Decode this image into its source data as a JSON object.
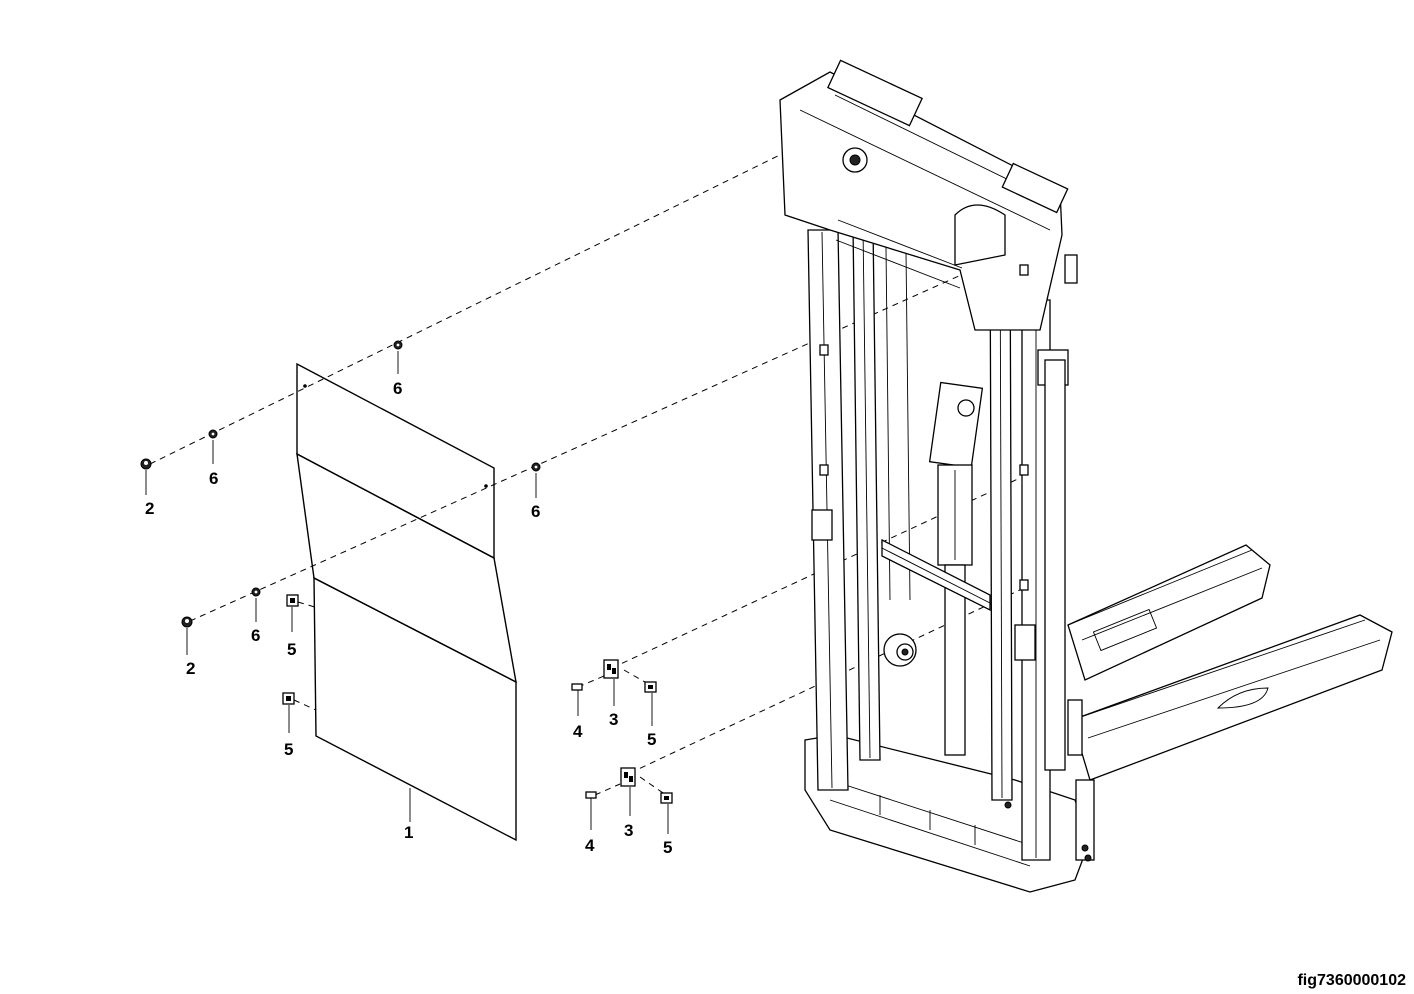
{
  "figure_id": "fig7360000102",
  "callouts": {
    "c1": "1",
    "c2a": "2",
    "c2b": "2",
    "c3a": "3",
    "c3b": "3",
    "c4a": "4",
    "c4b": "4",
    "c5a": "5",
    "c5b": "5",
    "c5c": "5",
    "c5d": "5",
    "c6a": "6",
    "c6b": "6",
    "c6c": "6",
    "c6d": "6"
  }
}
